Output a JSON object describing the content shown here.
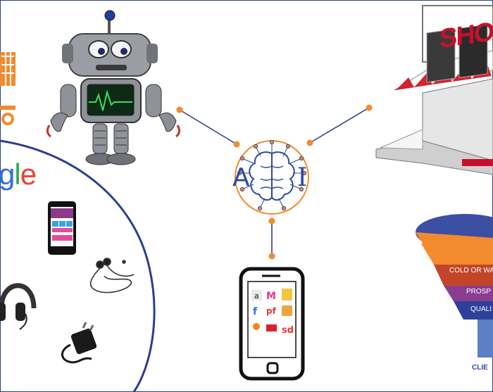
{
  "center": {
    "label_a": "A",
    "label_i": "I"
  },
  "search_logo": {
    "part1": "g",
    "part2": "l",
    "part3": "e"
  },
  "shop": {
    "sign": "SHOP"
  },
  "funnel": {
    "stages": [
      "COLD OR WA",
      "PROSP",
      "QUALI"
    ],
    "bottom": "CLIE"
  },
  "colors": {
    "connector": "#2b3f8f",
    "dot": "#f28a2e",
    "curve": "#2b3f8f",
    "accent_orange": "#f28a2e"
  }
}
